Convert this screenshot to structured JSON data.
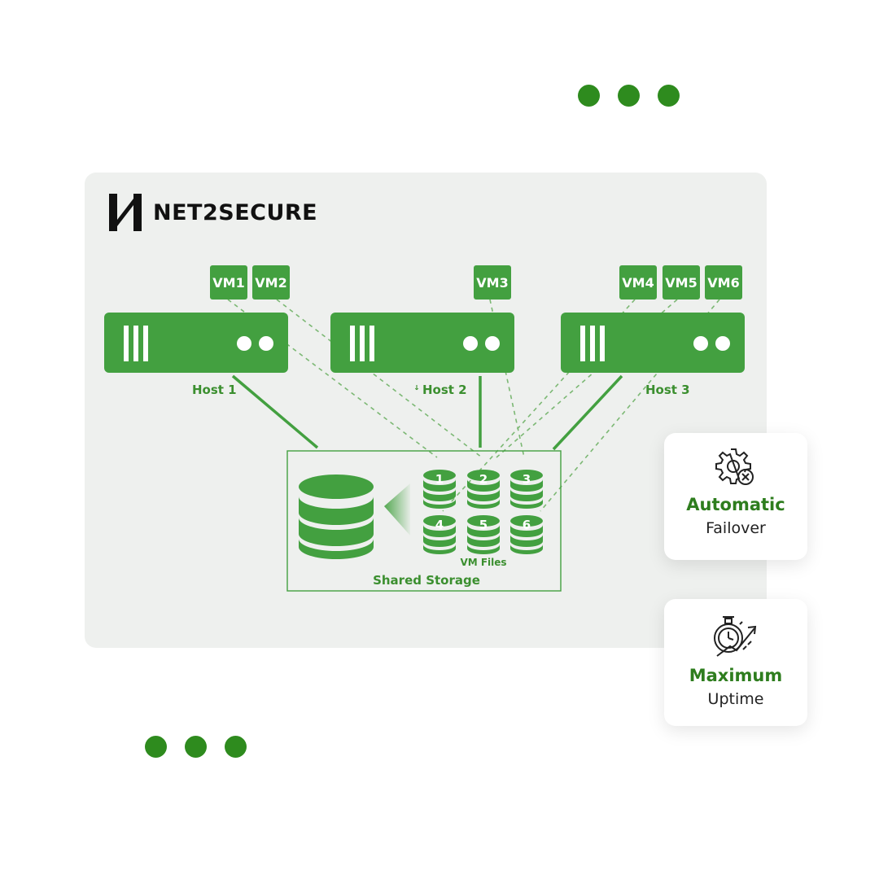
{
  "brand": {
    "name": "NET2SECURE",
    "logo_icon": "n-logo-icon"
  },
  "vms": [
    "VM1",
    "VM2",
    "VM3",
    "VM4",
    "VM5",
    "VM6"
  ],
  "hosts": [
    "Host 1",
    "Host 2",
    "Host 3"
  ],
  "host2_prefix": "ꜜ",
  "storage": {
    "label": "Shared Storage",
    "vm_files_label": "VM Files",
    "files": [
      "1",
      "2",
      "3",
      "4",
      "5",
      "6"
    ]
  },
  "features": [
    {
      "title": "Automatic",
      "subtitle": "Failover",
      "icon": "gear-x-icon"
    },
    {
      "title": "Maximum",
      "subtitle": "Uptime",
      "icon": "stopwatch-growth-icon"
    }
  ],
  "colors": {
    "green": "#43a040",
    "dark_green": "#2e7d1e",
    "dot_green": "#2e8b1e",
    "panel_bg": "#eef0ee"
  }
}
